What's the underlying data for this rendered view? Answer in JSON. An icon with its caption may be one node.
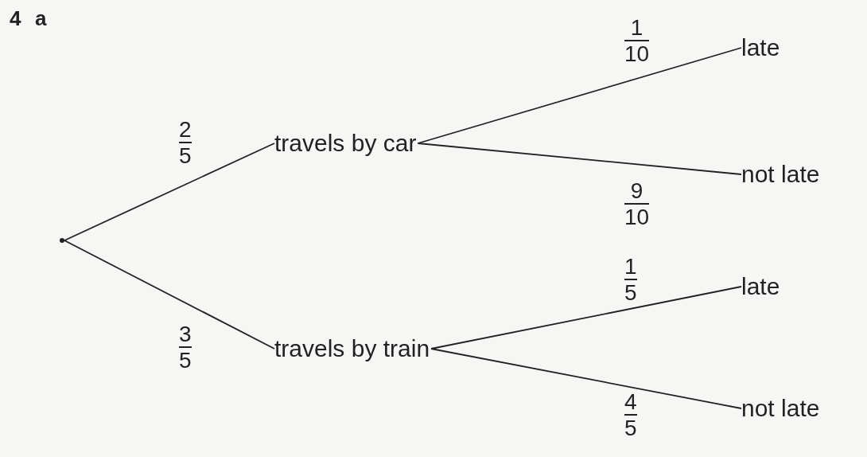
{
  "diagram": {
    "nodes": [
      {
        "text": [],
        "shape": "point"
      },
      {
        "text": [
          "travels by car"
        ]
      },
      {
        "text": [
          "travels by train"
        ]
      },
      {
        "text": [
          "late"
        ]
      },
      {
        "text": [
          "not late"
        ]
      },
      {
        "text": [
          "late"
        ]
      },
      {
        "text": [
          "not late"
        ]
      }
    ],
    "edges": [
      {
        "from": 0,
        "to": 1,
        "arrow": "none",
        "label": "2/5"
      },
      {
        "from": 0,
        "to": 2,
        "arrow": "none",
        "label": "3/5"
      },
      {
        "from": 1,
        "to": 3,
        "arrow": "none",
        "label": "1/10"
      },
      {
        "from": 1,
        "to": 4,
        "arrow": "none",
        "label": "9/10"
      },
      {
        "from": 2,
        "to": 5,
        "arrow": "none",
        "label": "1/5"
      },
      {
        "from": 2,
        "to": 6,
        "arrow": "none",
        "label": "4/5"
      }
    ],
    "labels": [
      "4",
      "a"
    ]
  }
}
